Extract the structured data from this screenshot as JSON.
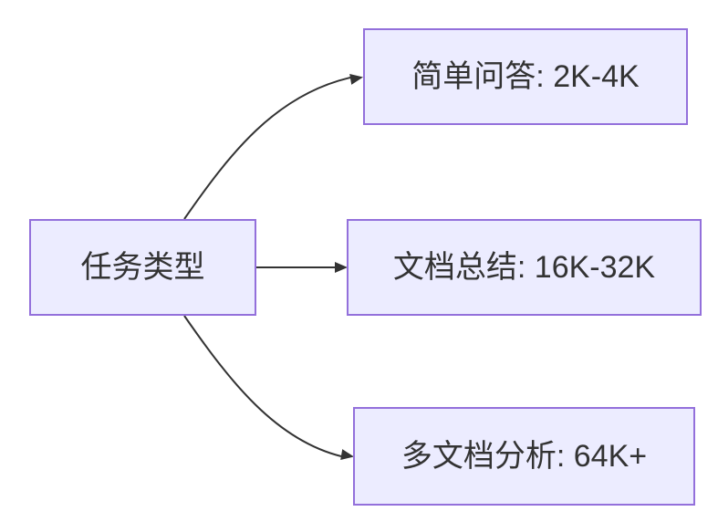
{
  "diagram": {
    "type": "flowchart",
    "direction": "left-to-right",
    "root_node": {
      "label": "任务类型"
    },
    "branch_nodes": [
      {
        "label": "简单问答: 2K-4K"
      },
      {
        "label": "文档总结: 16K-32K"
      },
      {
        "label": "多文档分析: 64K+"
      }
    ],
    "edges": [
      {
        "from": "任务类型",
        "to": "简单问答: 2K-4K"
      },
      {
        "from": "任务类型",
        "to": "文档总结: 16K-32K"
      },
      {
        "from": "任务类型",
        "to": "多文档分析: 64K+"
      }
    ],
    "colors": {
      "node_fill": "#ECECFF",
      "node_border": "#9370DB",
      "edge_line": "#333333",
      "label_text": "#333333",
      "canvas_background": "#FFFFFF"
    }
  }
}
